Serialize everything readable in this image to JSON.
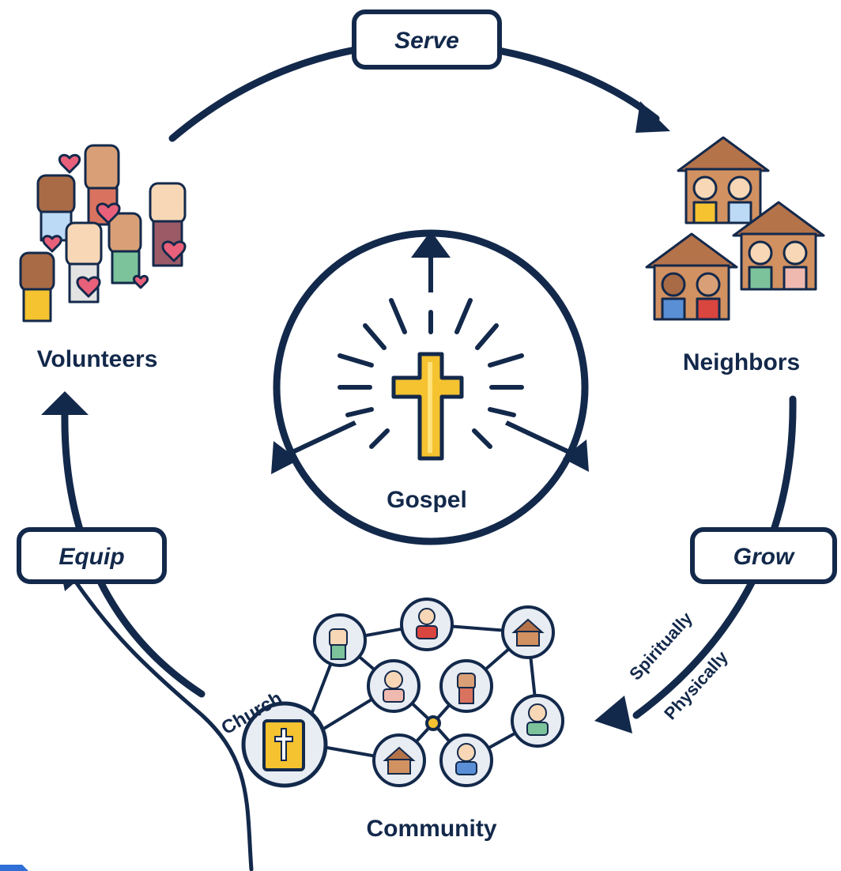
{
  "labels": {
    "serve": "Serve",
    "equip": "Equip",
    "grow": "Grow",
    "volunteers": "Volunteers",
    "neighbors": "Neighbors",
    "gospel": "Gospel",
    "community": "Community",
    "church": "Church",
    "spiritually": "Spiritually",
    "physically": "Physically"
  },
  "colors": {
    "navy": "#13294b",
    "gold": "#f5c230",
    "skin_light": "#f7d7b5",
    "skin_mid": "#d9a077",
    "skin_dark": "#a86b45",
    "heart": "#e9607a",
    "roof": "#b5734a"
  }
}
